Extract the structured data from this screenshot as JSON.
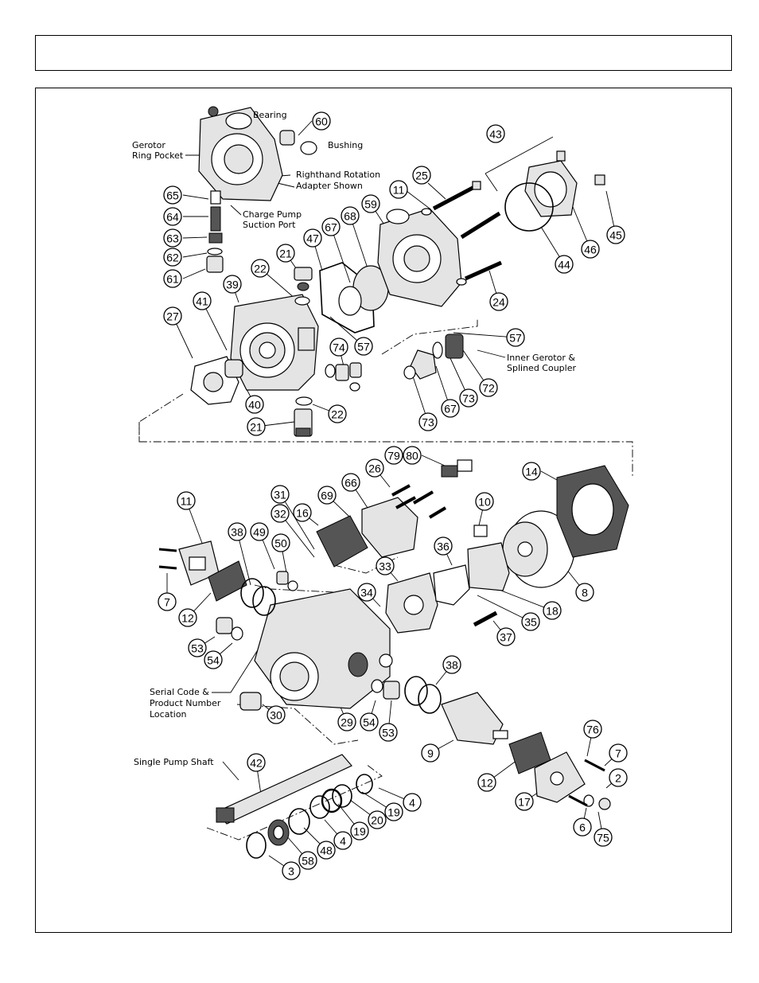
{
  "header": {
    "title": ""
  },
  "labels": {
    "bearing": "Bearing",
    "bushing": "Bushing",
    "gerotor_ring_pocket_1": "Gerotor",
    "gerotor_ring_pocket_2": "Ring Pocket",
    "righthand_rotation_1": "Righthand Rotation",
    "righthand_rotation_2": "Adapter Shown",
    "charge_pump_1": "Charge Pump",
    "charge_pump_2": "Suction Port",
    "inner_gerotor_1": "Inner Gerotor &",
    "inner_gerotor_2": "Splined Coupler",
    "serial_code_1": "Serial Code &",
    "serial_code_2": "Product Number",
    "serial_code_3": "Location",
    "single_pump_shaft": "Single Pump Shaft"
  },
  "callouts": [
    "60",
    "43",
    "25",
    "11",
    "59",
    "68",
    "67",
    "47",
    "65",
    "64",
    "63",
    "62",
    "61",
    "21",
    "22",
    "39",
    "41",
    "27",
    "74",
    "57",
    "57",
    "72",
    "73",
    "67",
    "73",
    "40",
    "22",
    "21",
    "79",
    "80",
    "26",
    "66",
    "31",
    "32",
    "16",
    "69",
    "10",
    "14",
    "11",
    "38",
    "49",
    "50",
    "36",
    "33",
    "34",
    "8",
    "7",
    "12",
    "18",
    "35",
    "37",
    "53",
    "54",
    "38",
    "30",
    "29",
    "54",
    "53",
    "9",
    "76",
    "7",
    "2",
    "42",
    "4",
    "19",
    "20",
    "19",
    "4",
    "48",
    "58",
    "3",
    "12",
    "17",
    "6",
    "75",
    "44",
    "46",
    "45",
    "24"
  ]
}
